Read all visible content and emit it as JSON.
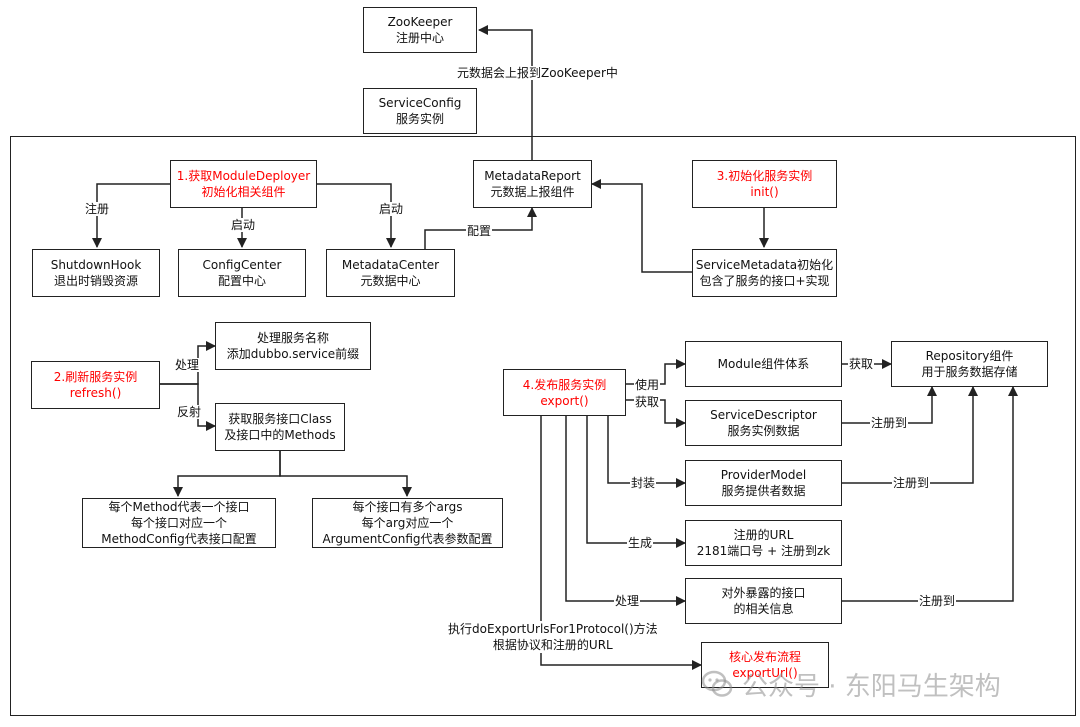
{
  "boxes": {
    "zookeeper": [
      "ZooKeeper",
      "注册中心"
    ],
    "service_config": [
      "ServiceConfig",
      "服务实例"
    ],
    "module_deployer": [
      "1.获取ModuleDeployer",
      "初始化相关组件"
    ],
    "metadata_report": [
      "MetadataReport",
      "元数据上报组件"
    ],
    "init_instance": [
      "3.初始化服务实例",
      "init()"
    ],
    "shutdown_hook": [
      "ShutdownHook",
      "退出时销毁资源"
    ],
    "config_center": [
      "ConfigCenter",
      "配置中心"
    ],
    "metadata_center": [
      "MetadataCenter",
      "元数据中心"
    ],
    "service_metadata": [
      "ServiceMetadata初始化",
      "包含了服务的接口+实现"
    ],
    "process_name": [
      "处理服务名称",
      "添加dubbo.service前缀"
    ],
    "refresh": [
      "2.刷新服务实例",
      "refresh()"
    ],
    "get_interface": [
      "获取服务接口Class",
      "及接口中的Methods"
    ],
    "method_config": [
      "每个Method代表一个接口",
      "每个接口对应一个",
      "MethodConfig代表接口配置"
    ],
    "argument_config": [
      "每个接口有多个args",
      "每个arg对应一个",
      "ArgumentConfig代表参数配置"
    ],
    "export": [
      "4.发布服务实例",
      "export()"
    ],
    "module_system": [
      "Module组件体系"
    ],
    "repository": [
      "Repository组件",
      "用于服务数据存储"
    ],
    "service_descriptor": [
      "ServiceDescriptor",
      "服务实例数据"
    ],
    "provider_model": [
      "ProviderModel",
      "服务提供者数据"
    ],
    "registered_url": [
      "注册的URL",
      "2181端口号 + 注册到zk"
    ],
    "exposed_interface": [
      "对外暴露的接口",
      "的相关信息"
    ],
    "export_url": [
      "核心发布流程",
      "exportUrl()"
    ]
  },
  "labels": {
    "report_to_zk": "元数据会上报到ZooKeeper中",
    "register": "注册",
    "start_1": "启动",
    "start_2": "启动",
    "configure": "配置",
    "process": "处理",
    "reflect": "反射",
    "use": "使用",
    "obtain": "获取",
    "obtain_2": "获取",
    "encapsulate": "封装",
    "generate": "生成",
    "process_2": "处理",
    "register_to_1": "注册到",
    "register_to_2": "注册到",
    "register_to_3": "注册到",
    "do_export_line1": "执行doExportUrlsFor1Protocol()方法",
    "do_export_line2": "根据协议和注册的URL"
  },
  "watermark": {
    "text": "公众号 · 东阳马生架构"
  },
  "colors": {
    "highlight": "#ff0000",
    "line": "#222222",
    "watermark": "#8c8c8c"
  }
}
